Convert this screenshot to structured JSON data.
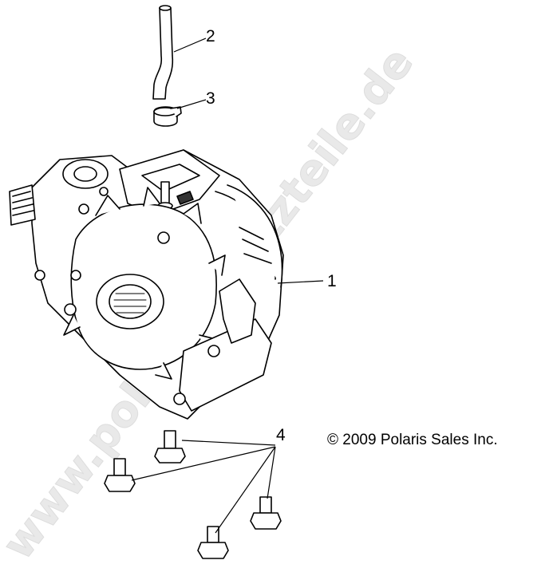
{
  "watermark": "www.polarisersatzteile.de",
  "callouts": {
    "c1": "1",
    "c2": "2",
    "c3": "3",
    "c4": "4"
  },
  "copyright": {
    "symbol": "©",
    "text": "2009 Polaris Sales Inc."
  }
}
